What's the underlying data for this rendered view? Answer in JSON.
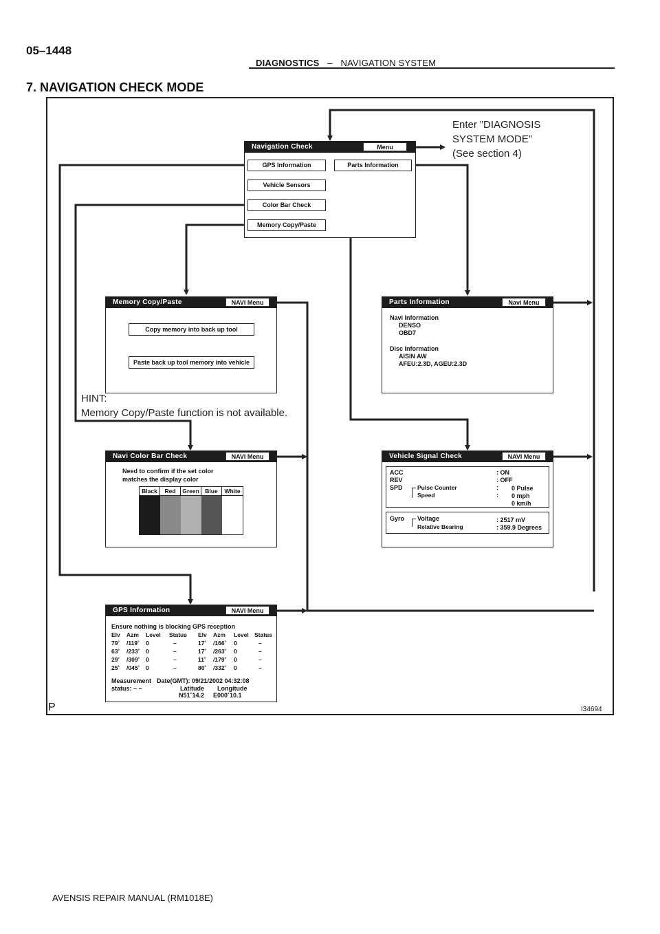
{
  "page": {
    "number": "05–1448",
    "header_section": "DIAGNOSTICS",
    "header_sep": "–",
    "header_topic": "NAVIGATION SYSTEM",
    "title": "7. NAVIGATION CHECK MODE",
    "footer": "AVENSIS REPAIR MANUAL (RM1018E)",
    "figure_ref": "I34694",
    "corner_mark": "P"
  },
  "notes": {
    "enter_line1": "Enter ”DIAGNOSIS",
    "enter_line2": "SYSTEM MODE”",
    "enter_line3": "(See section 4)",
    "hint_label": "HINT:",
    "hint_text": "Memory Copy/Paste function is not available."
  },
  "nav_check": {
    "title": "Navigation Check",
    "menu": "Menu",
    "gps": "GPS Information",
    "parts": "Parts Information",
    "sensors": "Vehicle Sensors",
    "colorbar": "Color Bar Check",
    "memory": "Memory Copy/Paste"
  },
  "memory_screen": {
    "title": "Memory Copy/Paste",
    "menu": "NAVI Menu",
    "copy": "Copy memory into back up tool",
    "paste": "Paste back up tool memory into vehicle"
  },
  "parts_screen": {
    "title": "Parts Information",
    "menu": "Navi Menu",
    "navi_label": "Navi Information",
    "navi_maker": "DENSO",
    "navi_code": "OBD7",
    "disc_label": "Disc Information",
    "disc_maker": "AISIN AW",
    "disc_ver": "AFEU:2.3D, AGEU:2.3D"
  },
  "colorbar_screen": {
    "title": "Navi Color Bar Check",
    "menu": "NAVI Menu",
    "instr1": "Need to confirm if the set color",
    "instr2": "matches the display color",
    "colors": [
      "Black",
      "Red",
      "Green",
      "Blue",
      "White"
    ]
  },
  "signal_screen": {
    "title": "Vehicle Signal Check",
    "menu": "NAVI Menu",
    "acc": "ACC",
    "rev": "REV",
    "spd": "SPD",
    "pulse_counter": "Pulse Counter",
    "speed": "Speed",
    "acc_val": ": ON",
    "rev_val": ": OFF",
    "colon": ":",
    "pulse_val": "0 Pulse",
    "mph_val": "0 mph",
    "kmh_val": "0 km/h",
    "gyro": "Gyro",
    "voltage": "Voltage",
    "bearing": "Relative Bearing",
    "voltage_val": ": 2517 mV",
    "bearing_val": ": 359.9 Degrees"
  },
  "gps_screen": {
    "title": "GPS Information",
    "menu": "NAVI Menu",
    "instr": "Ensure nothing is blocking GPS reception",
    "headers": [
      "Elv",
      "Azm",
      "Level",
      "Status",
      "Elv",
      "Azm",
      "Level",
      "Status"
    ],
    "rows": [
      [
        "79˚",
        "/119˚",
        "0",
        "–",
        "17˚",
        "/166˚",
        "0",
        "–"
      ],
      [
        "63˚",
        "/233˚",
        "0",
        "–",
        "17˚",
        "/263˚",
        "0",
        "–"
      ],
      [
        "29˚",
        "/309˚",
        "0",
        "–",
        "11˚",
        "/179˚",
        "0",
        "–"
      ],
      [
        "25˚",
        "/045˚",
        "0",
        "–",
        "80˚",
        "/332˚",
        "0",
        "–"
      ]
    ],
    "measurement": "Measurement",
    "status": "status: – –",
    "date": "Date(GMT): 09/21/2002 04:32:08",
    "latitude": "Latitude",
    "longitude": "Longitude",
    "lat_val": "N51˚14.2",
    "lon_val": "E000˚10.1"
  }
}
